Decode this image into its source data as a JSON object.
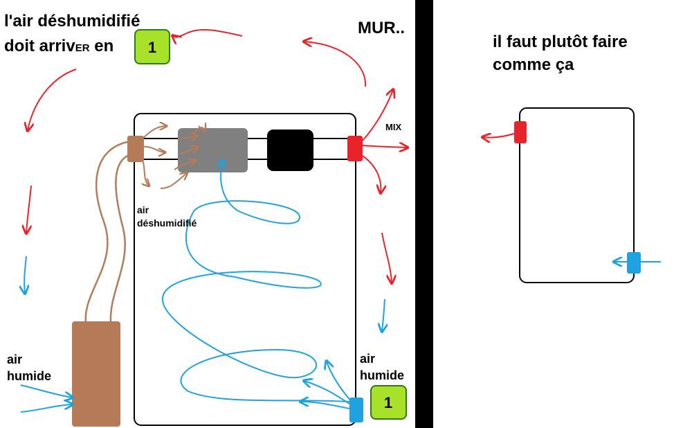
{
  "colors": {
    "red_arrows": "#e8242b",
    "blue_arrows": "#1ea2e0",
    "brown_tube": "#b57a58",
    "grey_box": "#808080",
    "black_box": "#000000",
    "badge_fill": "#a8e12a",
    "badge_border": "#2f7a10",
    "wall": "#000000"
  },
  "top_left_note": {
    "line1": "l'air déshumidifié",
    "line2_prefix": "doit arriv",
    "line2_caps": "ER",
    "line2_suffix": " en",
    "badge": "1"
  },
  "wall_label": "MUR..",
  "mix_label": "MIX",
  "right_note": {
    "line1": "il faut plutôt faire",
    "line2": "comme ça"
  },
  "air_dehumidified_label": {
    "line1": "air",
    "line2": "déshumidifié"
  },
  "air_humid_left": {
    "line1": "air",
    "line2": "humide"
  },
  "air_humid_right": {
    "line1": "air",
    "line2": "humide",
    "badge": "1"
  }
}
